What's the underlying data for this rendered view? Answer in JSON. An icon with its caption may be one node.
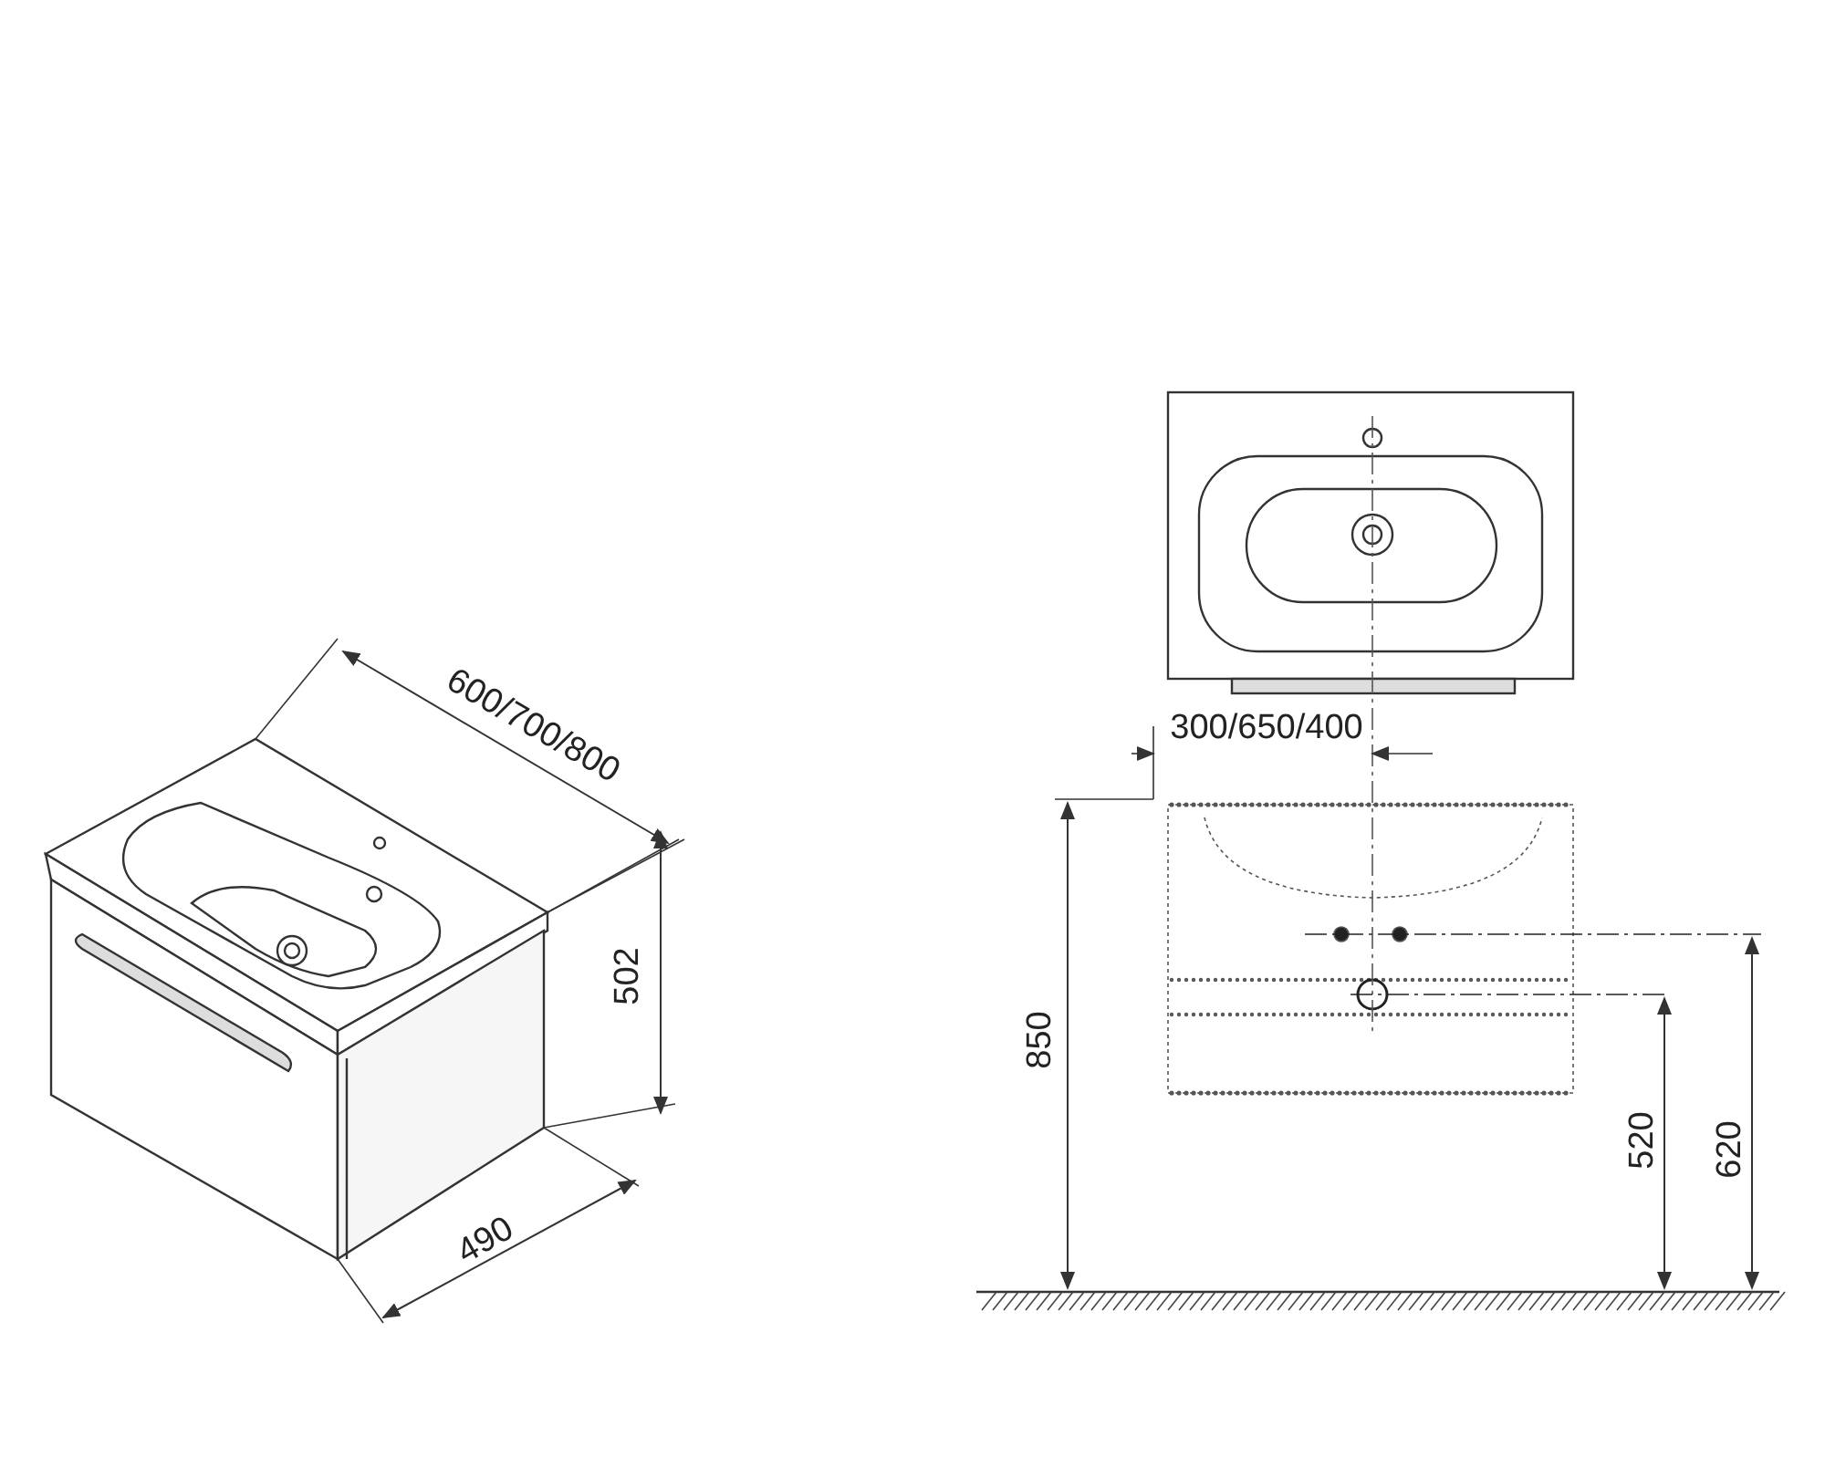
{
  "diagram": {
    "labels": [
      "600/700/800",
      "502",
      "490",
      "300/650/400",
      "850",
      "520",
      "620"
    ]
  }
}
